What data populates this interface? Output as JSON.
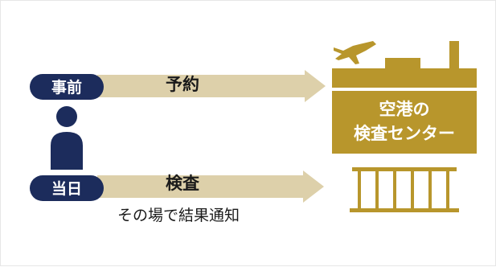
{
  "colors": {
    "navy": "#1c2c5c",
    "gold": "#b8962c",
    "arrow": "#ddd0aa",
    "text": "#1a1a1a",
    "white": "#ffffff"
  },
  "rows": [
    {
      "badge": "事前",
      "label": "予約",
      "note": ""
    },
    {
      "badge": "当日",
      "label": "検査",
      "note": "その場で結果通知"
    }
  ],
  "destination": {
    "line1": "空港の",
    "line2": "検査センター"
  },
  "icons": [
    "person-icon",
    "airplane-icon",
    "airport-building-icon",
    "gate-icon"
  ]
}
